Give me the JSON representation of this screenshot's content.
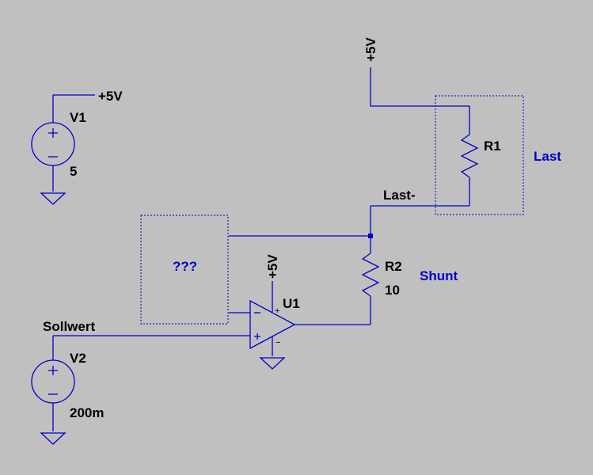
{
  "v1": {
    "name": "V1",
    "value": "5",
    "net": "+5V"
  },
  "v2": {
    "name": "V2",
    "value": "200m",
    "net": "Sollwert"
  },
  "r1": {
    "name": "R1"
  },
  "r2": {
    "name": "R2",
    "value": "10"
  },
  "u1": {
    "name": "U1",
    "supply": "+5V"
  },
  "top_supply": "+5V",
  "net_last_minus": "Last-",
  "box_unknown": "???",
  "box_last": "Last",
  "label_shunt": "Shunt",
  "colors": {
    "background": "#c0c0c0",
    "wire": "#0000c8",
    "text": "#000000"
  }
}
